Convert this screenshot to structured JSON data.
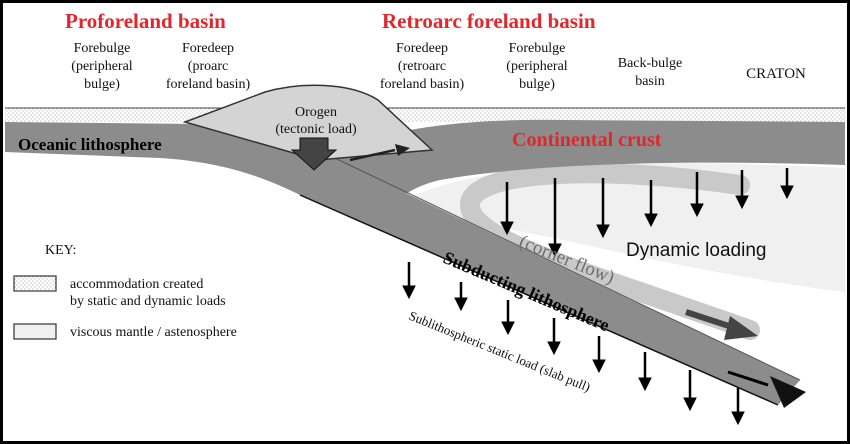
{
  "headers": {
    "proforeland": "Proforeland basin",
    "retroarc": "Retroarc foreland basin"
  },
  "zones": {
    "forebulge_pro": [
      "Forebulge",
      "(peripheral",
      "bulge)"
    ],
    "foredeep_pro": [
      "Foredeep",
      "(proarc",
      "foreland basin)"
    ],
    "foredeep_retro": [
      "Foredeep",
      "(retroarc",
      "foreland basin)"
    ],
    "forebulge_retro": [
      "Forebulge",
      "(peripheral",
      "bulge)"
    ],
    "backbulge": [
      "Back-bulge",
      "basin"
    ],
    "craton": "CRATON"
  },
  "orogen": [
    "Orogen",
    "(tectonic load)"
  ],
  "layers": {
    "oceanic": "Oceanic lithosphere",
    "continental": "Continental crust",
    "subducting": "Subducting lithosphere"
  },
  "flow": {
    "corner": "(corner flow)",
    "dynamic": "Dynamic loading",
    "slab": "Sublithospheric static load (slab pull)"
  },
  "key": {
    "title": "KEY:",
    "item1": [
      "accommodation created",
      "by static and dynamic loads"
    ],
    "item2": "viscous mantle / astenosphere"
  },
  "colors": {
    "header_red": "#e3262b",
    "lithosphere_gray": "#8c8c8c",
    "mantle_light": "#f0f0f0",
    "orogen_fill": "#d4d4d4",
    "text": "#111111"
  }
}
